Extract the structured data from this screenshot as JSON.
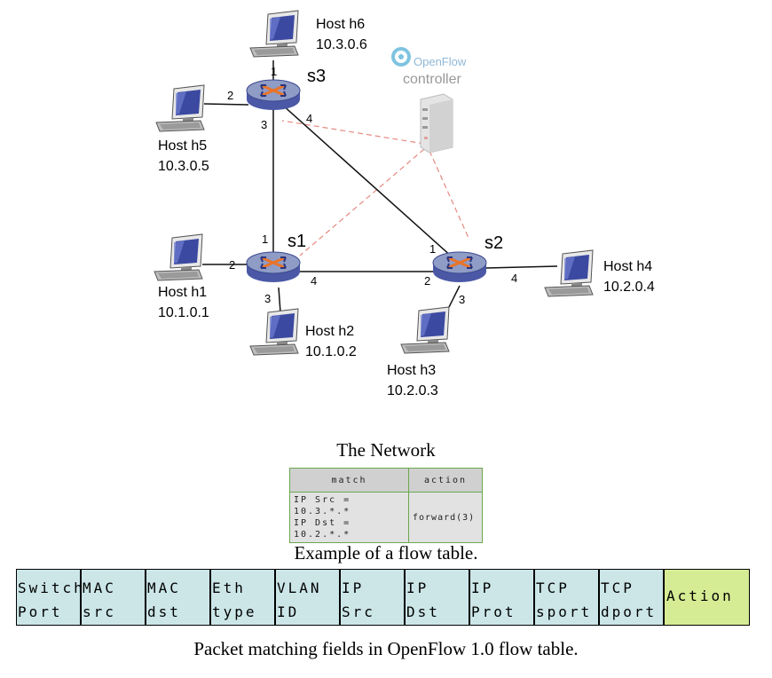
{
  "network": {
    "controller_logo": "OpenFlow",
    "controller_label": "controller",
    "switches": [
      {
        "name": "s1"
      },
      {
        "name": "s2"
      },
      {
        "name": "s3"
      }
    ],
    "hosts": [
      {
        "name": "Host h1",
        "ip": "10.1.0.1"
      },
      {
        "name": "Host h2",
        "ip": "10.1.0.2"
      },
      {
        "name": "Host h3",
        "ip": "10.2.0.3"
      },
      {
        "name": "Host h4",
        "ip": "10.2.0.4"
      },
      {
        "name": "Host h5",
        "ip": "10.3.0.5"
      },
      {
        "name": "Host h6",
        "ip": "10.3.0.6"
      }
    ],
    "ports": {
      "s3_p1": "1",
      "s3_p2": "2",
      "s3_p3": "3",
      "s3_p4": "4",
      "s1_p1": "1",
      "s1_p2": "2",
      "s1_p3": "3",
      "s1_p4": "4",
      "s2_p1": "1",
      "s2_p2": "2",
      "s2_p3": "3",
      "s2_p4": "4"
    },
    "colors": {
      "link": "#111111",
      "control_link": "#e58a80",
      "switch_top": "#8f9cc6",
      "switch_side": "#4a58a6",
      "switch_x": "#e8742a"
    }
  },
  "captions": {
    "network": "The Network",
    "flow_table": "Example of a flow table.",
    "fields": "Packet matching fields in OpenFlow 1.0 flow table."
  },
  "flow_table": {
    "headers": [
      "match",
      "action"
    ],
    "match_line1": "IP Src = 10.3.*.*",
    "match_line2": "IP Dst = 10.2.*.*",
    "action": "forward(3)"
  },
  "fields": [
    {
      "line1": "Switch",
      "line2": "Port"
    },
    {
      "line1": "MAC",
      "line2": "src"
    },
    {
      "line1": "MAC",
      "line2": "dst"
    },
    {
      "line1": "Eth",
      "line2": "type"
    },
    {
      "line1": "VLAN",
      "line2": "ID"
    },
    {
      "line1": "IP",
      "line2": "Src"
    },
    {
      "line1": "IP",
      "line2": "Dst"
    },
    {
      "line1": "IP",
      "line2": "Prot"
    },
    {
      "line1": "TCP",
      "line2": "sport"
    },
    {
      "line1": "TCP",
      "line2": "dport"
    }
  ],
  "action_field": "Action"
}
